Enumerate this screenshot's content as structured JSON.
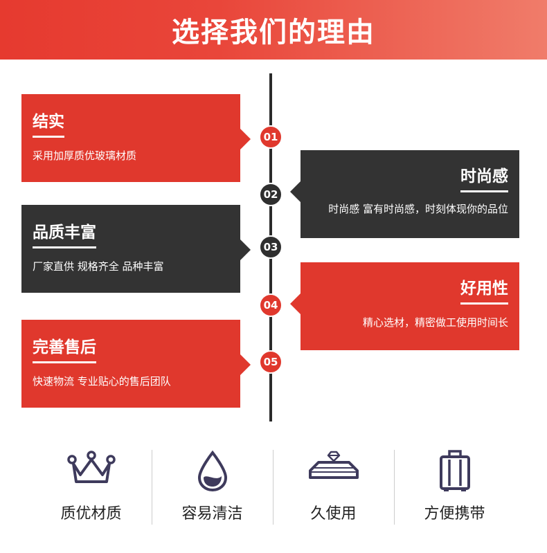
{
  "header": {
    "title": "选择我们的理由"
  },
  "timeline": [
    {
      "number": "01",
      "title": "结实",
      "desc": "采用加厚质优玻璃材质"
    },
    {
      "number": "02",
      "title": "时尚感",
      "desc": "时尚感 富有时尚感，时刻体现你的品位"
    },
    {
      "number": "03",
      "title": "品质丰富",
      "desc": "厂家直供 规格齐全 品种丰富"
    },
    {
      "number": "04",
      "title": "好用性",
      "desc": "精心选材，精密做工使用时间长"
    },
    {
      "number": "05",
      "title": "完善售后",
      "desc": "快速物流 专业贴心的售后团队"
    }
  ],
  "features": [
    {
      "icon": "crown-icon",
      "label": "质优材质"
    },
    {
      "icon": "water-drop-icon",
      "label": "容易清洁"
    },
    {
      "icon": "diamond-ring-icon",
      "label": "久使用"
    },
    {
      "icon": "luggage-icon",
      "label": "方便携带"
    }
  ],
  "colors": {
    "accent": "#e0382d",
    "dark": "#333333",
    "icon": "#3e3a5c"
  }
}
